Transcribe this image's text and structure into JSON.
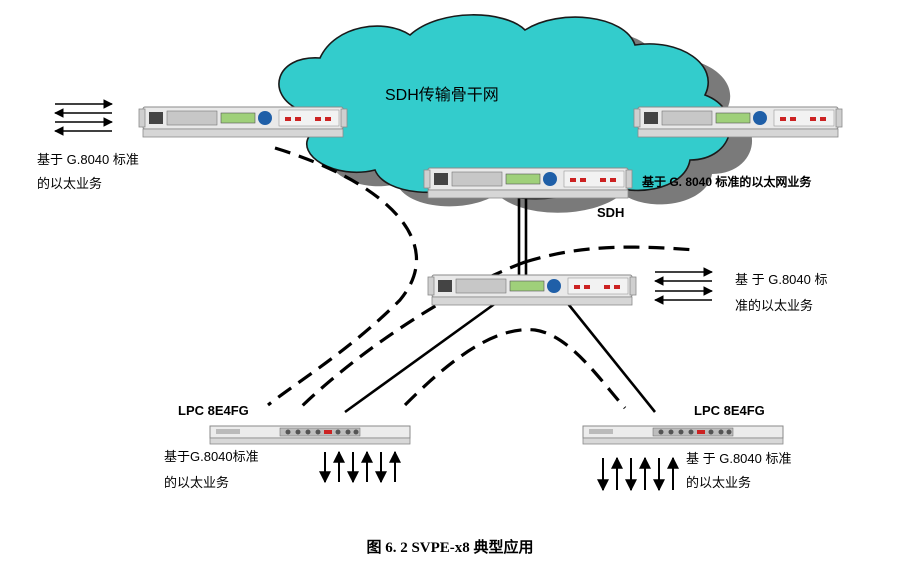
{
  "cloud": {
    "label": "SDH传输骨干网"
  },
  "sdh_node": {
    "label": "SDH"
  },
  "service_labels": {
    "top_left": [
      "基于 G.8040 标准",
      "的以太业务"
    ],
    "top_right": "基于 G. 8040 标准的以太网业务",
    "middle_right": [
      "基 于 G.8040 标",
      "准的以太业务"
    ],
    "bottom_left": [
      "基于G.8040标准",
      "的以太业务"
    ],
    "bottom_right": [
      "基 于 G.8040 标准",
      "的以太业务"
    ]
  },
  "lpc_labels": {
    "left": "LPC 8E4FG",
    "right": "LPC 8E4FG"
  },
  "caption": "图 6. 2  SVPE-x8 典型应用",
  "colors": {
    "cloud_fill": "#33cccc",
    "cloud_shadow": "#7a7a7a",
    "device_body": "#e8e8e8",
    "device_panel": "#1f5fa8"
  }
}
